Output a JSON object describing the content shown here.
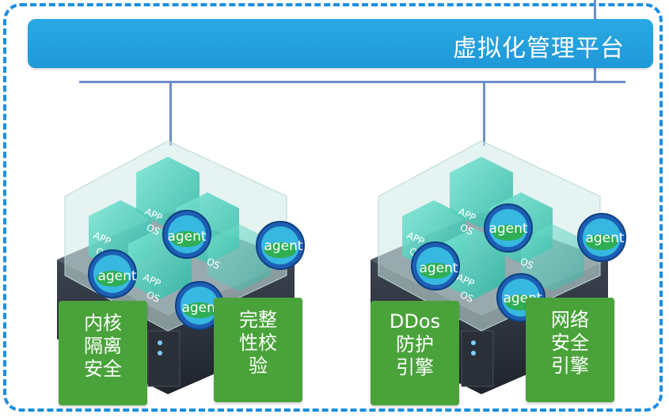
{
  "platform": {
    "title": "虚拟化管理平台"
  },
  "agents": {
    "label": "agent"
  },
  "layers": {
    "app": "APP",
    "os": "OS"
  },
  "left_cluster": {
    "labels": [
      {
        "lines": [
          "内核",
          "隔离",
          "安全"
        ]
      },
      {
        "lines": [
          "完整",
          "性校",
          "验"
        ]
      }
    ]
  },
  "right_cluster": {
    "labels": [
      {
        "lines": [
          "DDos",
          "防护",
          "引擎"
        ]
      },
      {
        "lines": [
          "网络",
          "安全",
          "引擎"
        ]
      }
    ]
  },
  "colors": {
    "frame": "#1a8fe0",
    "platform_bar": "#22a0dc",
    "connector": "#6f8ec7",
    "label_green": "#4aa33a",
    "cube_teal": "#39c9b6"
  }
}
